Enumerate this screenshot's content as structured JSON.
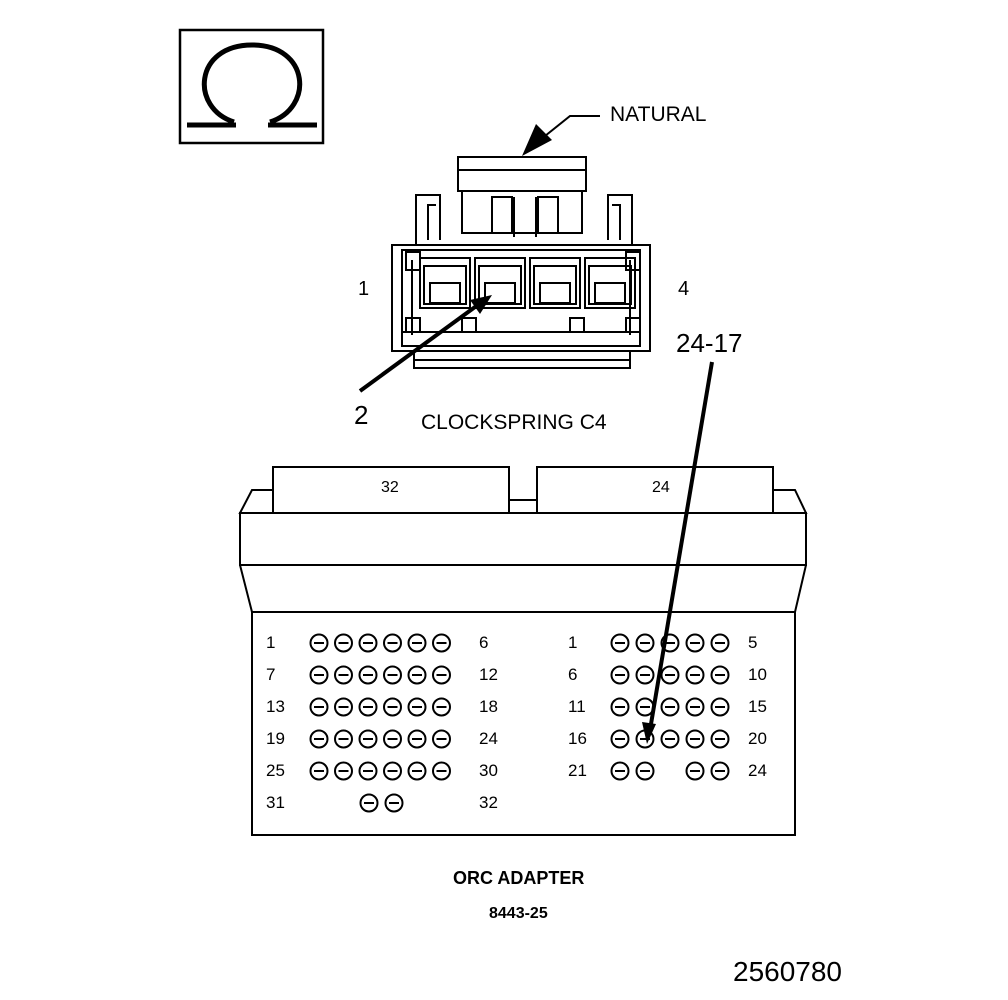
{
  "symbol": {
    "name": "ohm-icon",
    "glyph": "Ω"
  },
  "connector": {
    "color_label": "NATURAL",
    "pin_left": "1",
    "pin_right": "4",
    "callout_pin": "2",
    "name": "CLOCKSPRING C4"
  },
  "probe_callout": "24-17",
  "adapter": {
    "left_block": {
      "tab_label": "32",
      "rows": [
        {
          "start": "1",
          "end": "6",
          "pins": 6
        },
        {
          "start": "7",
          "end": "12",
          "pins": 6
        },
        {
          "start": "13",
          "end": "18",
          "pins": 6
        },
        {
          "start": "19",
          "end": "24",
          "pins": 6
        },
        {
          "start": "25",
          "end": "30",
          "pins": 6
        },
        {
          "start": "31",
          "end": "32",
          "pins": 2
        }
      ]
    },
    "right_block": {
      "tab_label": "24",
      "rows": [
        {
          "start": "1",
          "end": "5",
          "pins": 5
        },
        {
          "start": "6",
          "end": "10",
          "pins": 5
        },
        {
          "start": "11",
          "end": "15",
          "pins": 5
        },
        {
          "start": "16",
          "end": "20",
          "pins": 5
        },
        {
          "start": "21",
          "end": "24",
          "pins": 4
        }
      ]
    },
    "title": "ORC ADAPTER",
    "part_number": "8443-25"
  },
  "figure_id": "2560780"
}
